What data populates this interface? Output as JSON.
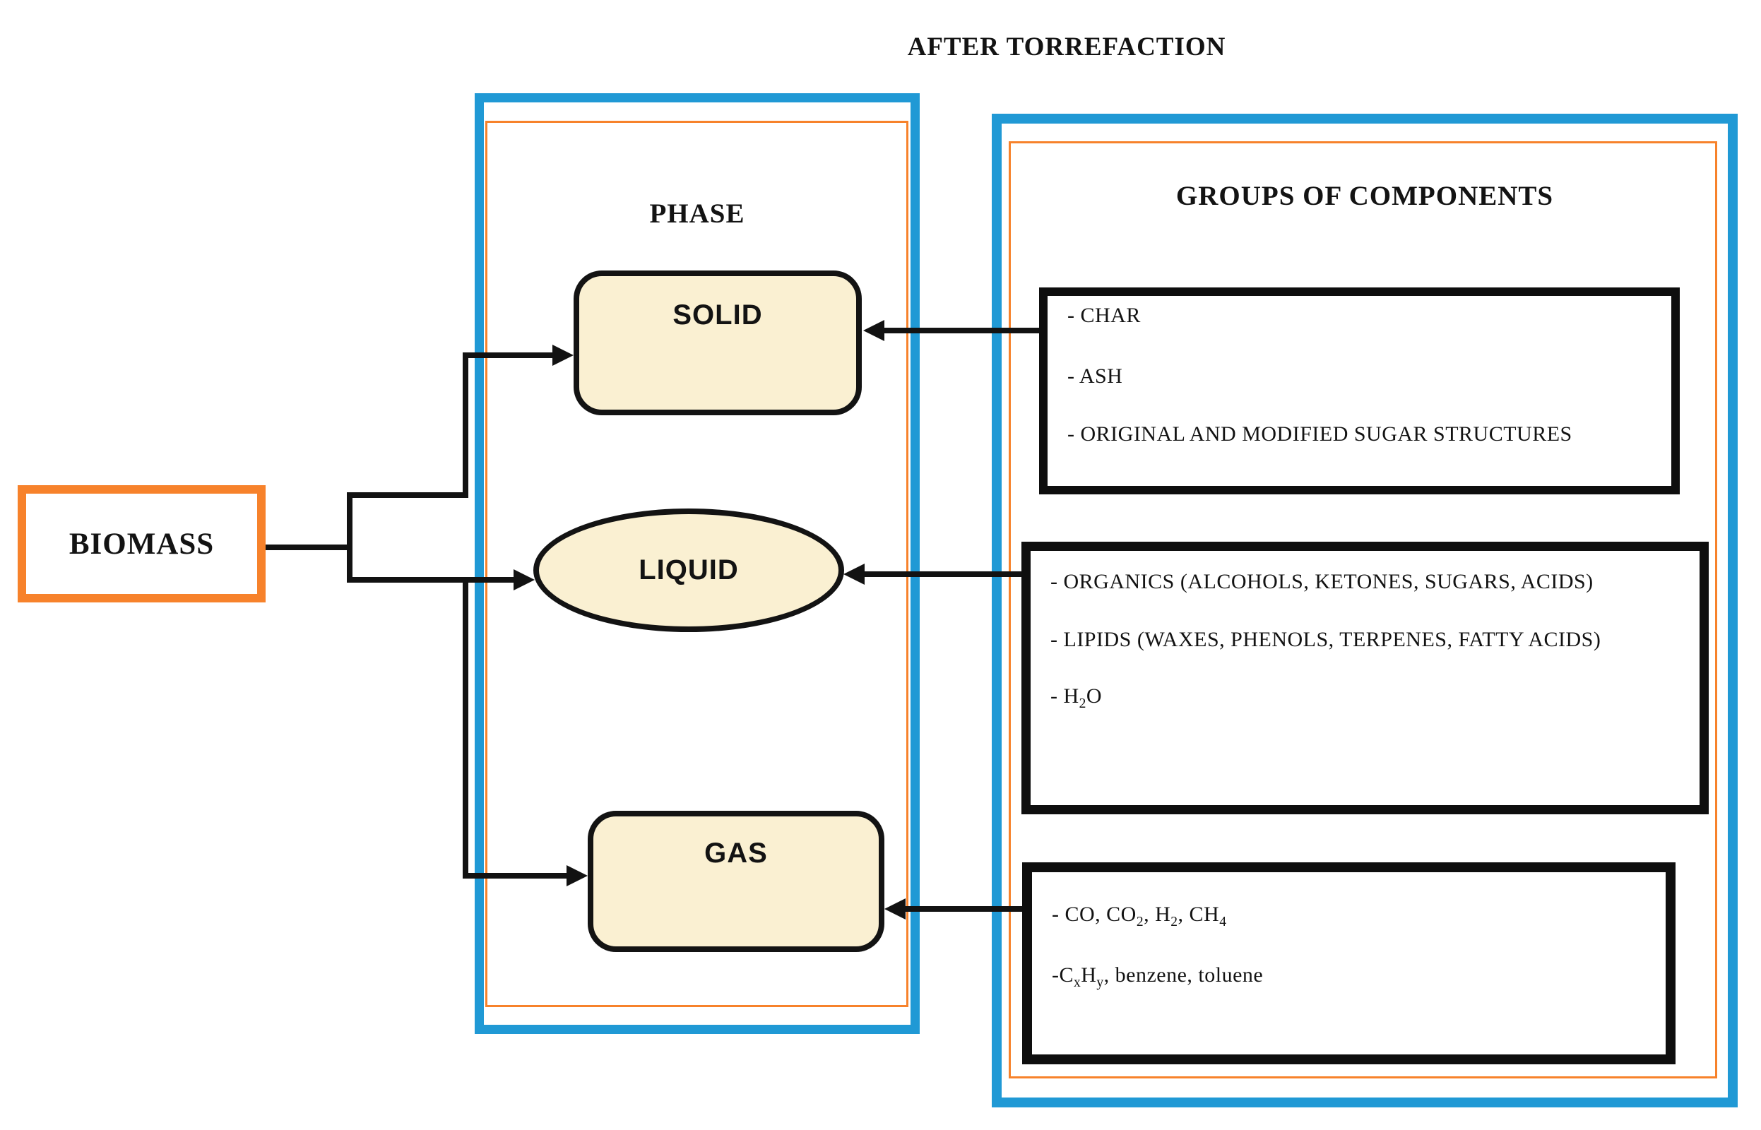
{
  "title": "AFTER TORREFACTION",
  "biomass": {
    "label": "BIOMASS"
  },
  "phase_panel": {
    "title": "PHASE",
    "solid_label": "SOLID",
    "liquid_label": "LIQUID",
    "gas_label": "GAS"
  },
  "components_panel": {
    "title": "GROUPS OF COMPONENTS",
    "solid_components": {
      "lines": [
        "- CHAR",
        "- ASH",
        "- ORIGINAL AND MODIFIED SUGAR STRUCTURES"
      ]
    },
    "liquid_components": {
      "lines": [
        "- ORGANICS (ALCOHOLS, KETONES, SUGARS, ACIDS)",
        "- LIPIDS (WAXES, PHENOLS, TERPENES, FATTY ACIDS)",
        "- H<sub>2</sub>O"
      ]
    },
    "gas_components": {
      "lines": [
        "- CO, CO<sub>2</sub>, H<sub>2</sub>, CH<sub>4</sub>",
        "-C<sub>x</sub>H<sub>y</sub>, benzene, toluene"
      ]
    }
  },
  "colors": {
    "panel_blue": "#2099D5",
    "accent_orange": "#F7822B",
    "shape_fill": "#FAF0D2",
    "line_black": "#121212"
  }
}
